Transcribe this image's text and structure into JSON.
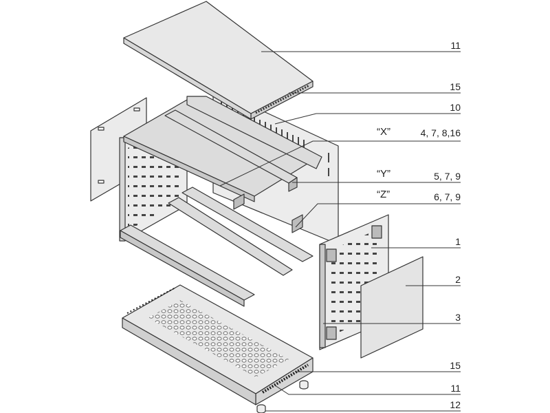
{
  "labels": {
    "top_cover": "11",
    "top_rail_vent": "15",
    "rear_panel": "10",
    "x_mark": "“X”",
    "x_parts": "4, 7, 8,16",
    "y_mark": "“Y”",
    "y_parts": "5, 7, 9",
    "z_mark": "“Z”",
    "z_parts": "6, 7, 9",
    "side_panel": "1",
    "side_cover": "2",
    "side_rail": "3",
    "bottom_rail_vent": "15",
    "bottom_cover": "11",
    "foot": "12"
  },
  "colors": {
    "line": "#333333",
    "fill": "#e6e6e6",
    "fill_dark": "#c8c8c8"
  }
}
